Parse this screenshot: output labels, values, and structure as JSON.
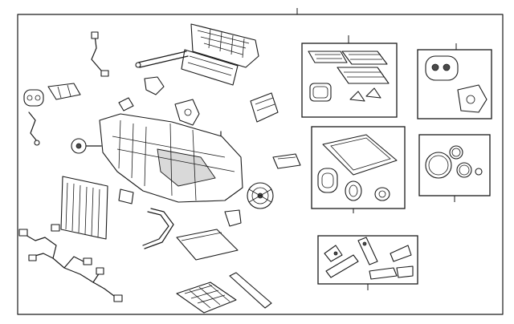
{
  "diagram": {
    "background": "#ffffff",
    "line_color": "#1a1a1a",
    "callout_boxes": [
      {
        "id": "box-registers"
      },
      {
        "id": "box-actuator"
      },
      {
        "id": "box-filter-seals"
      },
      {
        "id": "box-orings"
      },
      {
        "id": "box-arms-levers"
      }
    ]
  }
}
